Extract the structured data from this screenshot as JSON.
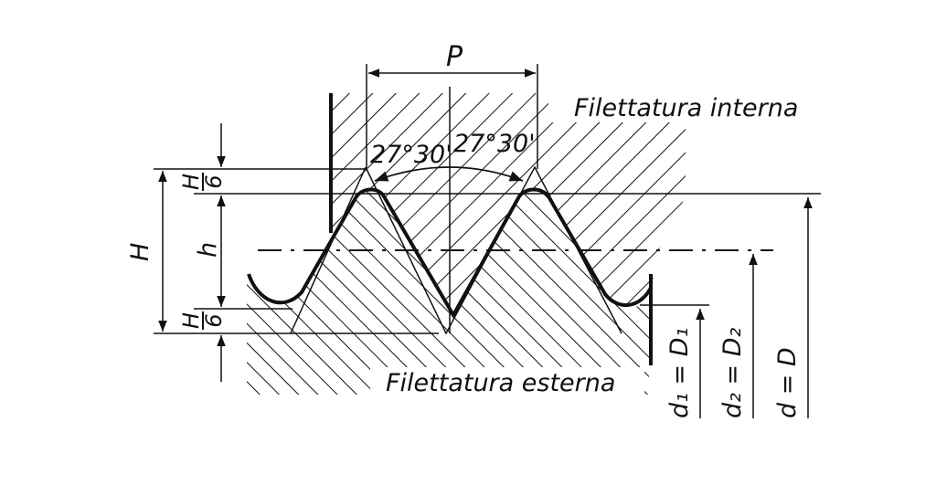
{
  "labels": {
    "pitch": "P",
    "flank_angle_left": "27°30'",
    "flank_angle_right": "27°30'",
    "internal_thread": "Filettatura interna",
    "external_thread": "Filettatura esterna",
    "fundamental_height": "H",
    "thread_depth": "h",
    "h6_top_num": "H",
    "h6_top_den": "6",
    "h6_bottom_num": "H",
    "h6_bottom_den": "6",
    "minor_diameter": "d₁ = D₁",
    "pitch_diameter": "d₂ = D₂",
    "major_diameter": "d = D"
  }
}
